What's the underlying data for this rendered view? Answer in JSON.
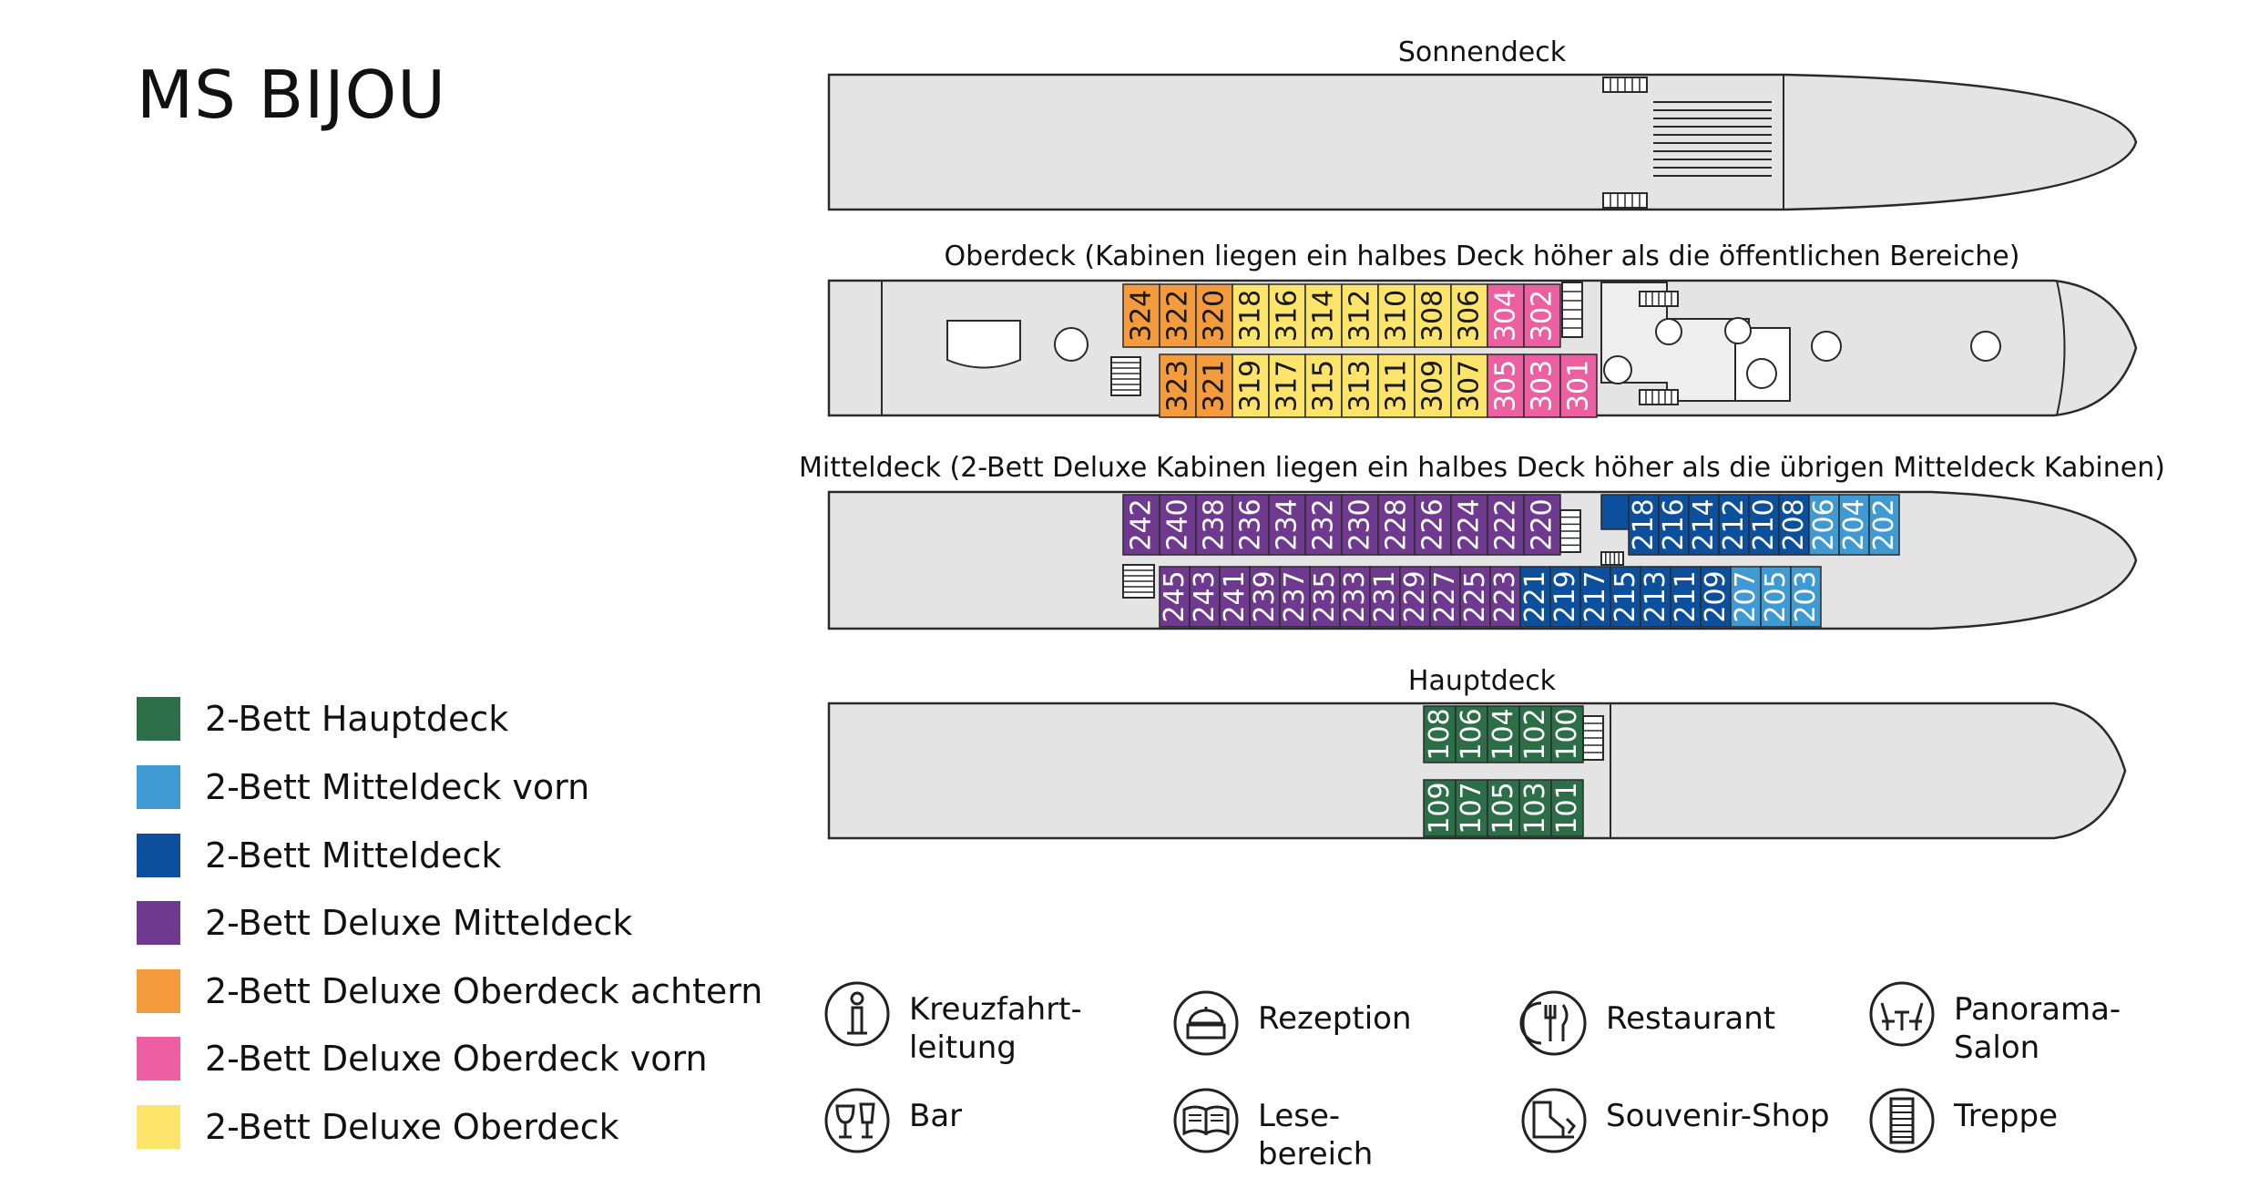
{
  "title": "MS BIJOU",
  "decks": {
    "sonnendeck": "Sonnendeck",
    "oberdeck": "Oberdeck (Kabinen liegen ein halbes Deck höher als die öffentlichen Bereiche)",
    "mitteldeck": "Mitteldeck (2-Bett Deluxe Kabinen liegen ein halbes Deck höher als die übrigen Mitteldeck Kabinen)",
    "hauptdeck": "Hauptdeck"
  },
  "colors": {
    "hauptdeck": "#2b6e47",
    "mittel_vorn": "#3f9ad3",
    "mittel": "#0b4f9d",
    "deluxe_mittel": "#6f3990",
    "deluxe_ober_achtern": "#f39b3d",
    "deluxe_ober_vorn": "#ec5fa0",
    "deluxe_ober": "#fde46a",
    "hull": "#e4e4e4",
    "outline": "#2a2a2a"
  },
  "legend": [
    {
      "label": "2-Bett Hauptdeck",
      "color": "#2b6e47"
    },
    {
      "label": "2-Bett Mitteldeck vorn",
      "color": "#3f9ad3"
    },
    {
      "label": "2-Bett Mitteldeck",
      "color": "#0b4f9d"
    },
    {
      "label": "2-Bett Deluxe Mitteldeck",
      "color": "#6f3990"
    },
    {
      "label": "2-Bett Deluxe Oberdeck achtern",
      "color": "#f39b3d"
    },
    {
      "label": "2-Bett Deluxe Oberdeck vorn",
      "color": "#ec5fa0"
    },
    {
      "label": "2-Bett Deluxe Oberdeck",
      "color": "#fde46a"
    }
  ],
  "icons": [
    {
      "icon": "info-icon",
      "label": "Kreuzfahrt-\nleitung"
    },
    {
      "icon": "reception-icon",
      "label": "Rezeption"
    },
    {
      "icon": "restaurant-icon",
      "label": "Restaurant"
    },
    {
      "icon": "panorama-salon-icon",
      "label": "Panorama-\nSalon"
    },
    {
      "icon": "bar-icon",
      "label": "Bar"
    },
    {
      "icon": "reading-icon",
      "label": "Lese-\nbereich"
    },
    {
      "icon": "souvenir-shop-icon",
      "label": "Souvenir-Shop"
    },
    {
      "icon": "stairs-icon",
      "label": "Treppe"
    }
  ],
  "cabins": {
    "oberdeck_top": [
      {
        "no": "324",
        "cat": "deluxe_ober_achtern"
      },
      {
        "no": "322",
        "cat": "deluxe_ober_achtern"
      },
      {
        "no": "320",
        "cat": "deluxe_ober_achtern"
      },
      {
        "no": "318",
        "cat": "deluxe_ober"
      },
      {
        "no": "316",
        "cat": "deluxe_ober"
      },
      {
        "no": "314",
        "cat": "deluxe_ober"
      },
      {
        "no": "312",
        "cat": "deluxe_ober"
      },
      {
        "no": "310",
        "cat": "deluxe_ober"
      },
      {
        "no": "308",
        "cat": "deluxe_ober"
      },
      {
        "no": "306",
        "cat": "deluxe_ober"
      },
      {
        "no": "304",
        "cat": "deluxe_ober_vorn"
      },
      {
        "no": "302",
        "cat": "deluxe_ober_vorn"
      }
    ],
    "oberdeck_bottom": [
      {
        "no": "323",
        "cat": "deluxe_ober_achtern"
      },
      {
        "no": "321",
        "cat": "deluxe_ober_achtern"
      },
      {
        "no": "319",
        "cat": "deluxe_ober"
      },
      {
        "no": "317",
        "cat": "deluxe_ober"
      },
      {
        "no": "315",
        "cat": "deluxe_ober"
      },
      {
        "no": "313",
        "cat": "deluxe_ober"
      },
      {
        "no": "311",
        "cat": "deluxe_ober"
      },
      {
        "no": "309",
        "cat": "deluxe_ober"
      },
      {
        "no": "307",
        "cat": "deluxe_ober"
      },
      {
        "no": "305",
        "cat": "deluxe_ober_vorn"
      },
      {
        "no": "303",
        "cat": "deluxe_ober_vorn"
      },
      {
        "no": "301",
        "cat": "deluxe_ober_vorn"
      }
    ],
    "mitteldeck_top_deluxe": [
      {
        "no": "242",
        "cat": "deluxe_mittel"
      },
      {
        "no": "240",
        "cat": "deluxe_mittel"
      },
      {
        "no": "238",
        "cat": "deluxe_mittel"
      },
      {
        "no": "236",
        "cat": "deluxe_mittel"
      },
      {
        "no": "234",
        "cat": "deluxe_mittel"
      },
      {
        "no": "232",
        "cat": "deluxe_mittel"
      },
      {
        "no": "230",
        "cat": "deluxe_mittel"
      },
      {
        "no": "228",
        "cat": "deluxe_mittel"
      },
      {
        "no": "226",
        "cat": "deluxe_mittel"
      },
      {
        "no": "224",
        "cat": "deluxe_mittel"
      },
      {
        "no": "222",
        "cat": "deluxe_mittel"
      },
      {
        "no": "220",
        "cat": "deluxe_mittel"
      }
    ],
    "mitteldeck_top_fwd": [
      {
        "no": "218",
        "cat": "mittel"
      },
      {
        "no": "216",
        "cat": "mittel"
      },
      {
        "no": "214",
        "cat": "mittel"
      },
      {
        "no": "212",
        "cat": "mittel"
      },
      {
        "no": "210",
        "cat": "mittel"
      },
      {
        "no": "208",
        "cat": "mittel"
      },
      {
        "no": "206",
        "cat": "mittel_vorn"
      },
      {
        "no": "204",
        "cat": "mittel_vorn"
      },
      {
        "no": "202",
        "cat": "mittel_vorn"
      }
    ],
    "mitteldeck_bottom": [
      {
        "no": "245",
        "cat": "deluxe_mittel"
      },
      {
        "no": "243",
        "cat": "deluxe_mittel"
      },
      {
        "no": "241",
        "cat": "deluxe_mittel"
      },
      {
        "no": "239",
        "cat": "deluxe_mittel"
      },
      {
        "no": "237",
        "cat": "deluxe_mittel"
      },
      {
        "no": "235",
        "cat": "deluxe_mittel"
      },
      {
        "no": "233",
        "cat": "deluxe_mittel"
      },
      {
        "no": "231",
        "cat": "deluxe_mittel"
      },
      {
        "no": "229",
        "cat": "deluxe_mittel"
      },
      {
        "no": "227",
        "cat": "deluxe_mittel"
      },
      {
        "no": "225",
        "cat": "deluxe_mittel"
      },
      {
        "no": "223",
        "cat": "deluxe_mittel"
      },
      {
        "no": "221",
        "cat": "mittel"
      },
      {
        "no": "219",
        "cat": "mittel"
      },
      {
        "no": "217",
        "cat": "mittel"
      },
      {
        "no": "215",
        "cat": "mittel"
      },
      {
        "no": "213",
        "cat": "mittel"
      },
      {
        "no": "211",
        "cat": "mittel"
      },
      {
        "no": "209",
        "cat": "mittel"
      },
      {
        "no": "207",
        "cat": "mittel_vorn"
      },
      {
        "no": "205",
        "cat": "mittel_vorn"
      },
      {
        "no": "203",
        "cat": "mittel_vorn"
      }
    ],
    "hauptdeck_top": [
      {
        "no": "108",
        "cat": "hauptdeck"
      },
      {
        "no": "106",
        "cat": "hauptdeck"
      },
      {
        "no": "104",
        "cat": "hauptdeck"
      },
      {
        "no": "102",
        "cat": "hauptdeck"
      },
      {
        "no": "100",
        "cat": "hauptdeck"
      }
    ],
    "hauptdeck_bottom": [
      {
        "no": "109",
        "cat": "hauptdeck"
      },
      {
        "no": "107",
        "cat": "hauptdeck"
      },
      {
        "no": "105",
        "cat": "hauptdeck"
      },
      {
        "no": "103",
        "cat": "hauptdeck"
      },
      {
        "no": "101",
        "cat": "hauptdeck"
      }
    ]
  }
}
